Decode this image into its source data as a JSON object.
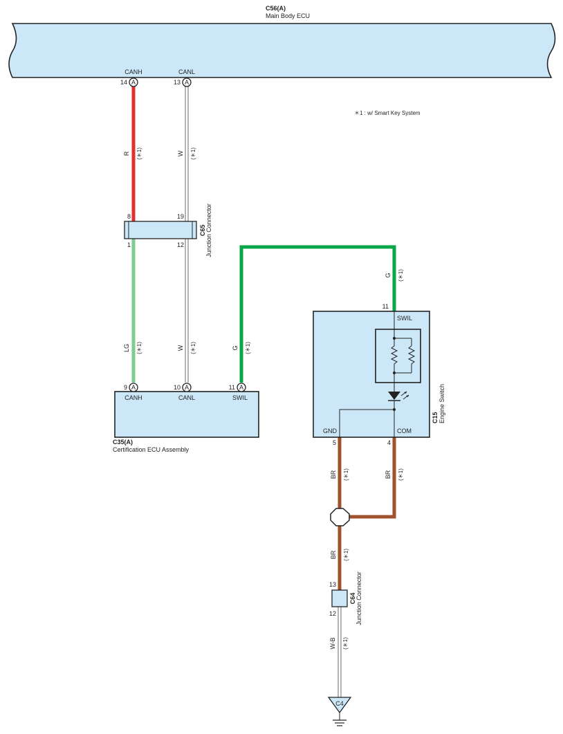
{
  "main_body_ecu": {
    "code": "C56(A)",
    "name": "Main Body ECU"
  },
  "certification_ecu": {
    "code": "C35(A)",
    "name": "Certification ECU Assembly"
  },
  "junction_c65": {
    "code": "C65",
    "name": "Junction Connector",
    "pin_top_left": "8",
    "pin_top_right": "19",
    "pin_bottom_left": "1",
    "pin_bottom_right": "12"
  },
  "engine_switch": {
    "code": "C15",
    "name": "Engine Switch",
    "pin_swil": "11",
    "label_swil": "SWIL",
    "pin_gnd": "5",
    "label_gnd": "GND",
    "pin_com": "4",
    "label_com": "COM"
  },
  "junction_c64": {
    "code": "C64",
    "name": "Junction Connector",
    "pin_top": "13",
    "pin_bottom": "12"
  },
  "ground": {
    "label": "C4"
  },
  "footnote": "＊1 : w/ Smart Key System",
  "note_mark": "(＊1)",
  "connector_letter": "A",
  "pins": {
    "main_canh_num": "14",
    "main_canh_name": "CANH",
    "main_canl_num": "13",
    "main_canl_name": "CANL",
    "cert_canh_num": "9",
    "cert_canh_name": "CANH",
    "cert_canl_num": "10",
    "cert_canl_name": "CANL",
    "cert_swil_num": "11",
    "cert_swil_name": "SWIL"
  },
  "wires": {
    "canh_upper": {
      "color_code": "R",
      "color": "#e03030"
    },
    "canl_upper": {
      "color_code": "W",
      "color": "#ffffff"
    },
    "canh_lower": {
      "color_code": "LG",
      "color": "#7dcc90"
    },
    "canl_lower": {
      "color_code": "W",
      "color": "#ffffff"
    },
    "swil": {
      "color_code": "G",
      "color": "#0aa64a"
    },
    "swil_engine": {
      "color_code": "G",
      "color": "#0aa64a"
    },
    "gnd": {
      "color_code": "BR",
      "color": "#a0522d"
    },
    "com": {
      "color_code": "BR",
      "color": "#a0522d"
    },
    "ground_trunk": {
      "color_code": "BR",
      "color": "#a0522d"
    },
    "ground_wb": {
      "color_code": "W-B",
      "color": "#ffffff"
    }
  },
  "colors": {
    "component_fill": "#cce8f8",
    "outline": "#222222"
  }
}
